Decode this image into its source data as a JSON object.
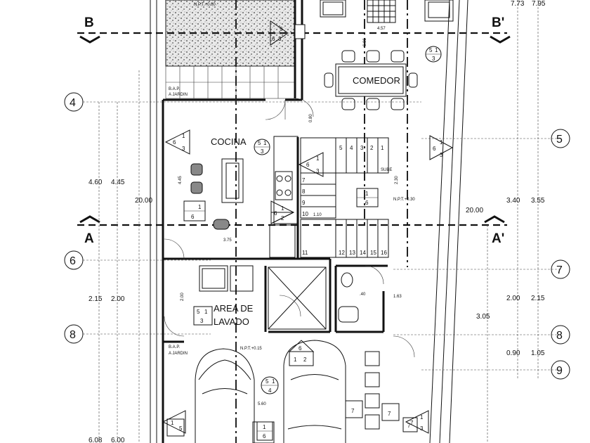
{
  "section_markers": {
    "b_left": "B",
    "b_right": "B'",
    "a_left": "A",
    "a_right": "A'"
  },
  "grid_axes": [
    "4",
    "5",
    "6",
    "7",
    "8",
    "8",
    "9"
  ],
  "rooms": {
    "comedor": "COMEDOR",
    "cocina": "COCINA",
    "area_de_lavado_1": "AREA DE",
    "area_de_lavado_2": "LAVADO"
  },
  "levels": {
    "np_top": "N.P.T.+0.00",
    "np_mid": "N.P.T.+0.30",
    "np_garage": "N.P.T.+0.15"
  },
  "bap_labels": {
    "bap_1": "B.A.P.",
    "jardin_1": "A JARDIN",
    "bap_2": "B.A.P.",
    "jardin_2": "A JARDIN"
  },
  "stairs": {
    "upper_steps": [
      "5",
      "4",
      "3",
      "2",
      "1"
    ],
    "side_steps": [
      "7",
      "8",
      "9"
    ],
    "side_step_10": "10",
    "lower_steps": [
      "11",
      "12",
      "13",
      "14",
      "15",
      "16"
    ],
    "sube": "SUBE"
  },
  "dimensions": {
    "top_right_1": "7.73",
    "top_right_2": "7.95",
    "left_460": "4.60",
    "left_445": "4.45",
    "left_2000": "20.00",
    "right_2000": "20.00",
    "right_340": "3.40",
    "right_355": "3.55",
    "left_215": "2.15",
    "left_200": "2.00",
    "right_200": "2.00",
    "right_215": "2.15",
    "right_305": "3.05",
    "right_090": "0.90",
    "right_105": "1.05",
    "bottom_608": "6.08",
    "bottom_600": "6.00",
    "small_457": "4.57",
    "small_606": "6.06",
    "small_080": "0.80",
    "small_230": "2.30",
    "small_110": "1.10",
    "small_375": "3.75",
    "small_445b": "4.45",
    "small_200b": "2.00",
    "small_163": "1.63",
    "small_040": ".40",
    "small_560": "5.60"
  },
  "section_tags": {
    "t1": [
      "9",
      "6",
      "3"
    ],
    "t2": [
      "5",
      "1",
      "3"
    ],
    "t3": [
      "6",
      "1",
      "3"
    ],
    "t4": [
      "5",
      "1",
      "3"
    ],
    "t5": [
      "6",
      "1",
      "3"
    ],
    "t6": [
      "1",
      "6"
    ],
    "t7": [
      "6",
      "1",
      "3"
    ],
    "t8": [
      "1",
      "6"
    ],
    "t9": [
      "5",
      "1",
      "3"
    ],
    "t10": [
      "6",
      "1",
      "2"
    ],
    "t11": [
      "5",
      "1",
      "4"
    ],
    "t12": [
      "6",
      "1",
      "2"
    ],
    "t13": [
      "1",
      "5"
    ],
    "t14": [
      "1",
      "6"
    ],
    "t15": [
      "7",
      "1",
      "3"
    ]
  },
  "side_box_labels": [
    "7",
    "7",
    "7"
  ]
}
